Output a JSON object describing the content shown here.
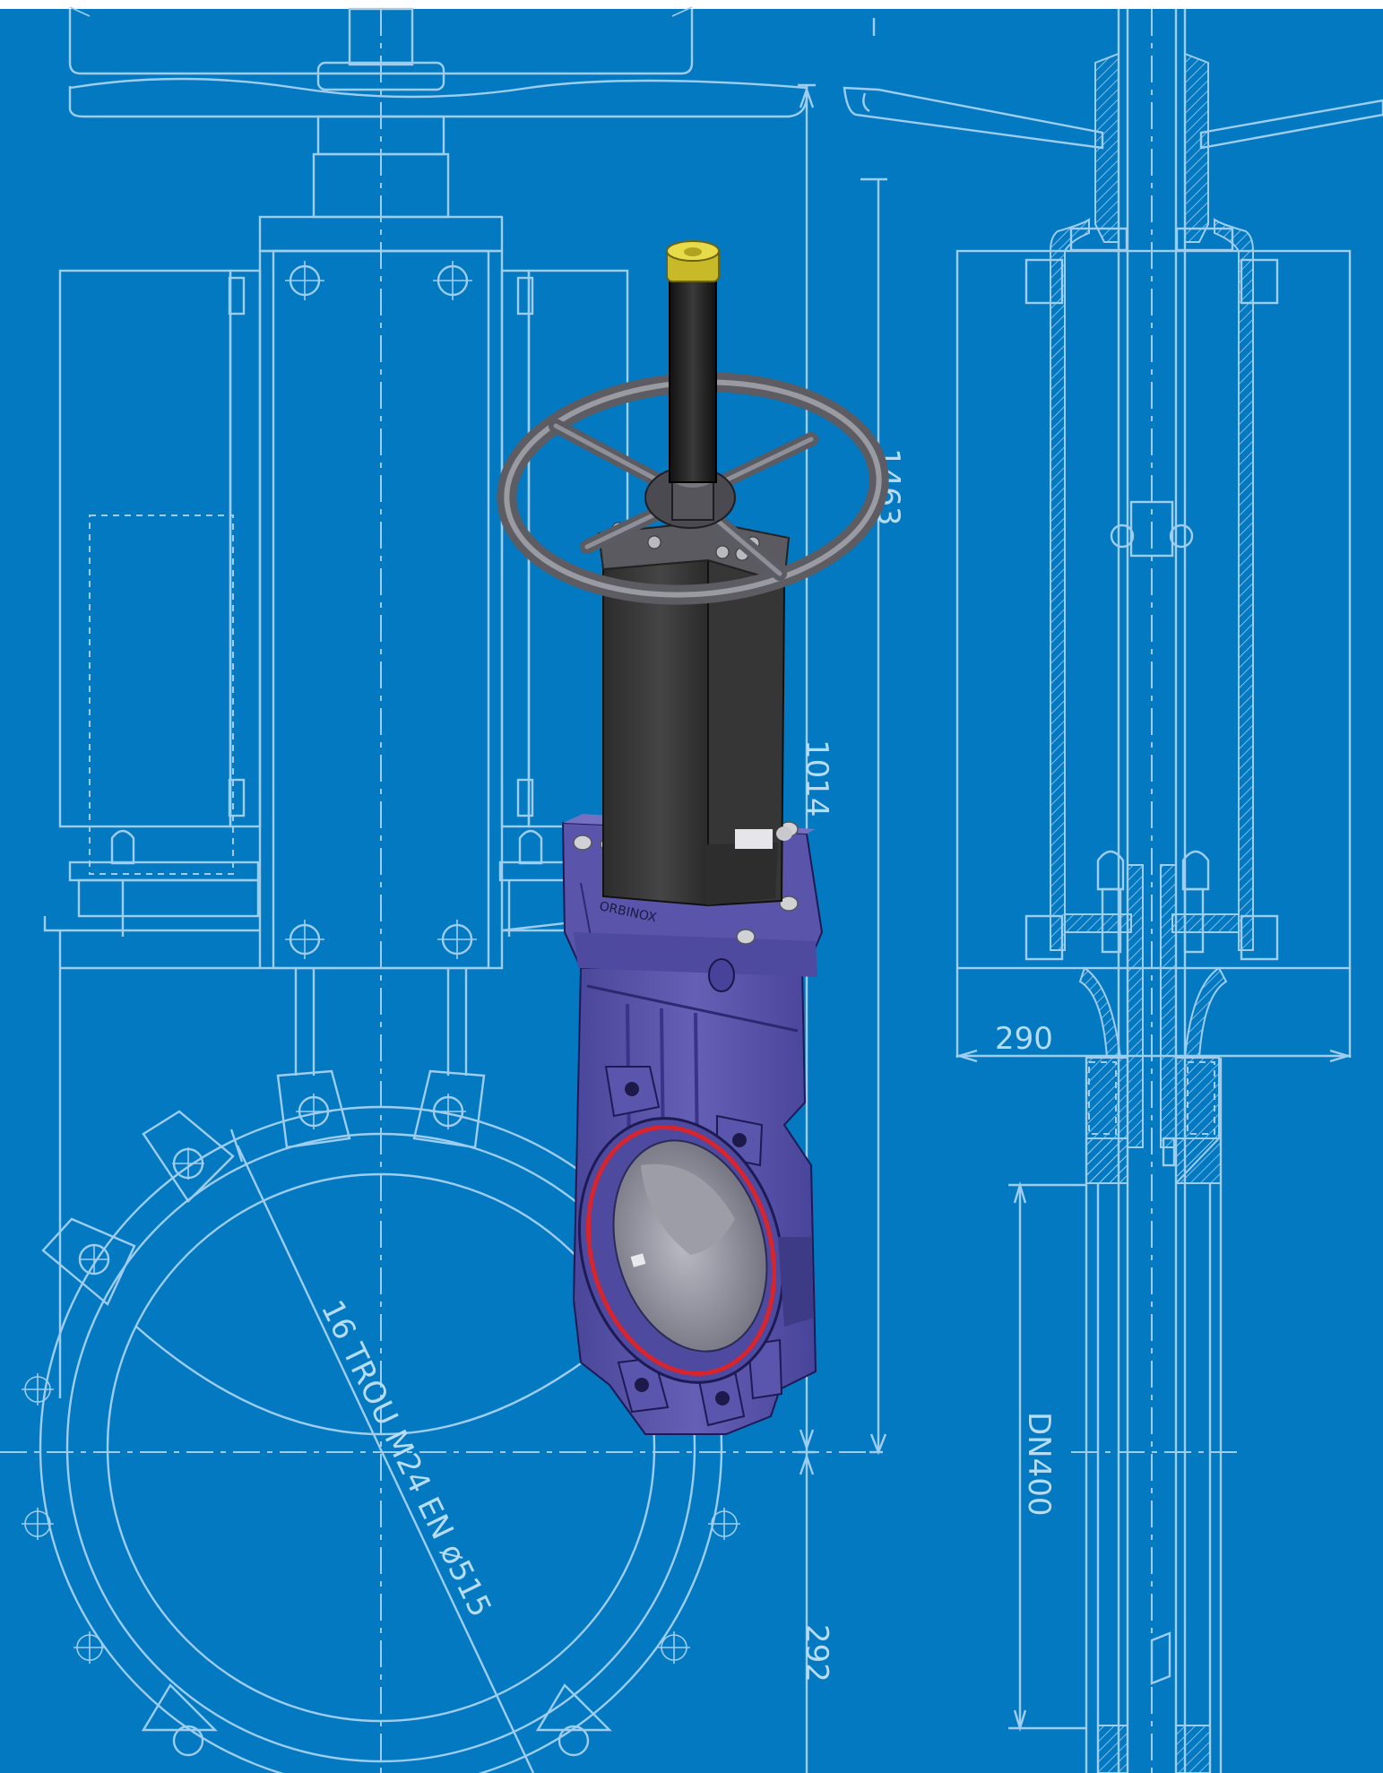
{
  "colors": {
    "background": "#0279c0",
    "blueprint_line": "#9fcdf0",
    "valve_body": "#5a55a8",
    "actuator": "#3a3a3a",
    "handwheel": "#6d6d72",
    "seal": "#d7242d",
    "stem_cap": "#d8c93a"
  },
  "dimensions": {
    "overall_height": "1463",
    "stroke_height": "1014",
    "bottom_height": "292",
    "half_width": "290",
    "nominal_size": "DN400",
    "flange_note": "16 TROU M24 EN ø515"
  },
  "icons": {
    "valve_render": "knife-gate-valve-3d-render",
    "handwheel": "handwheel-icon"
  }
}
